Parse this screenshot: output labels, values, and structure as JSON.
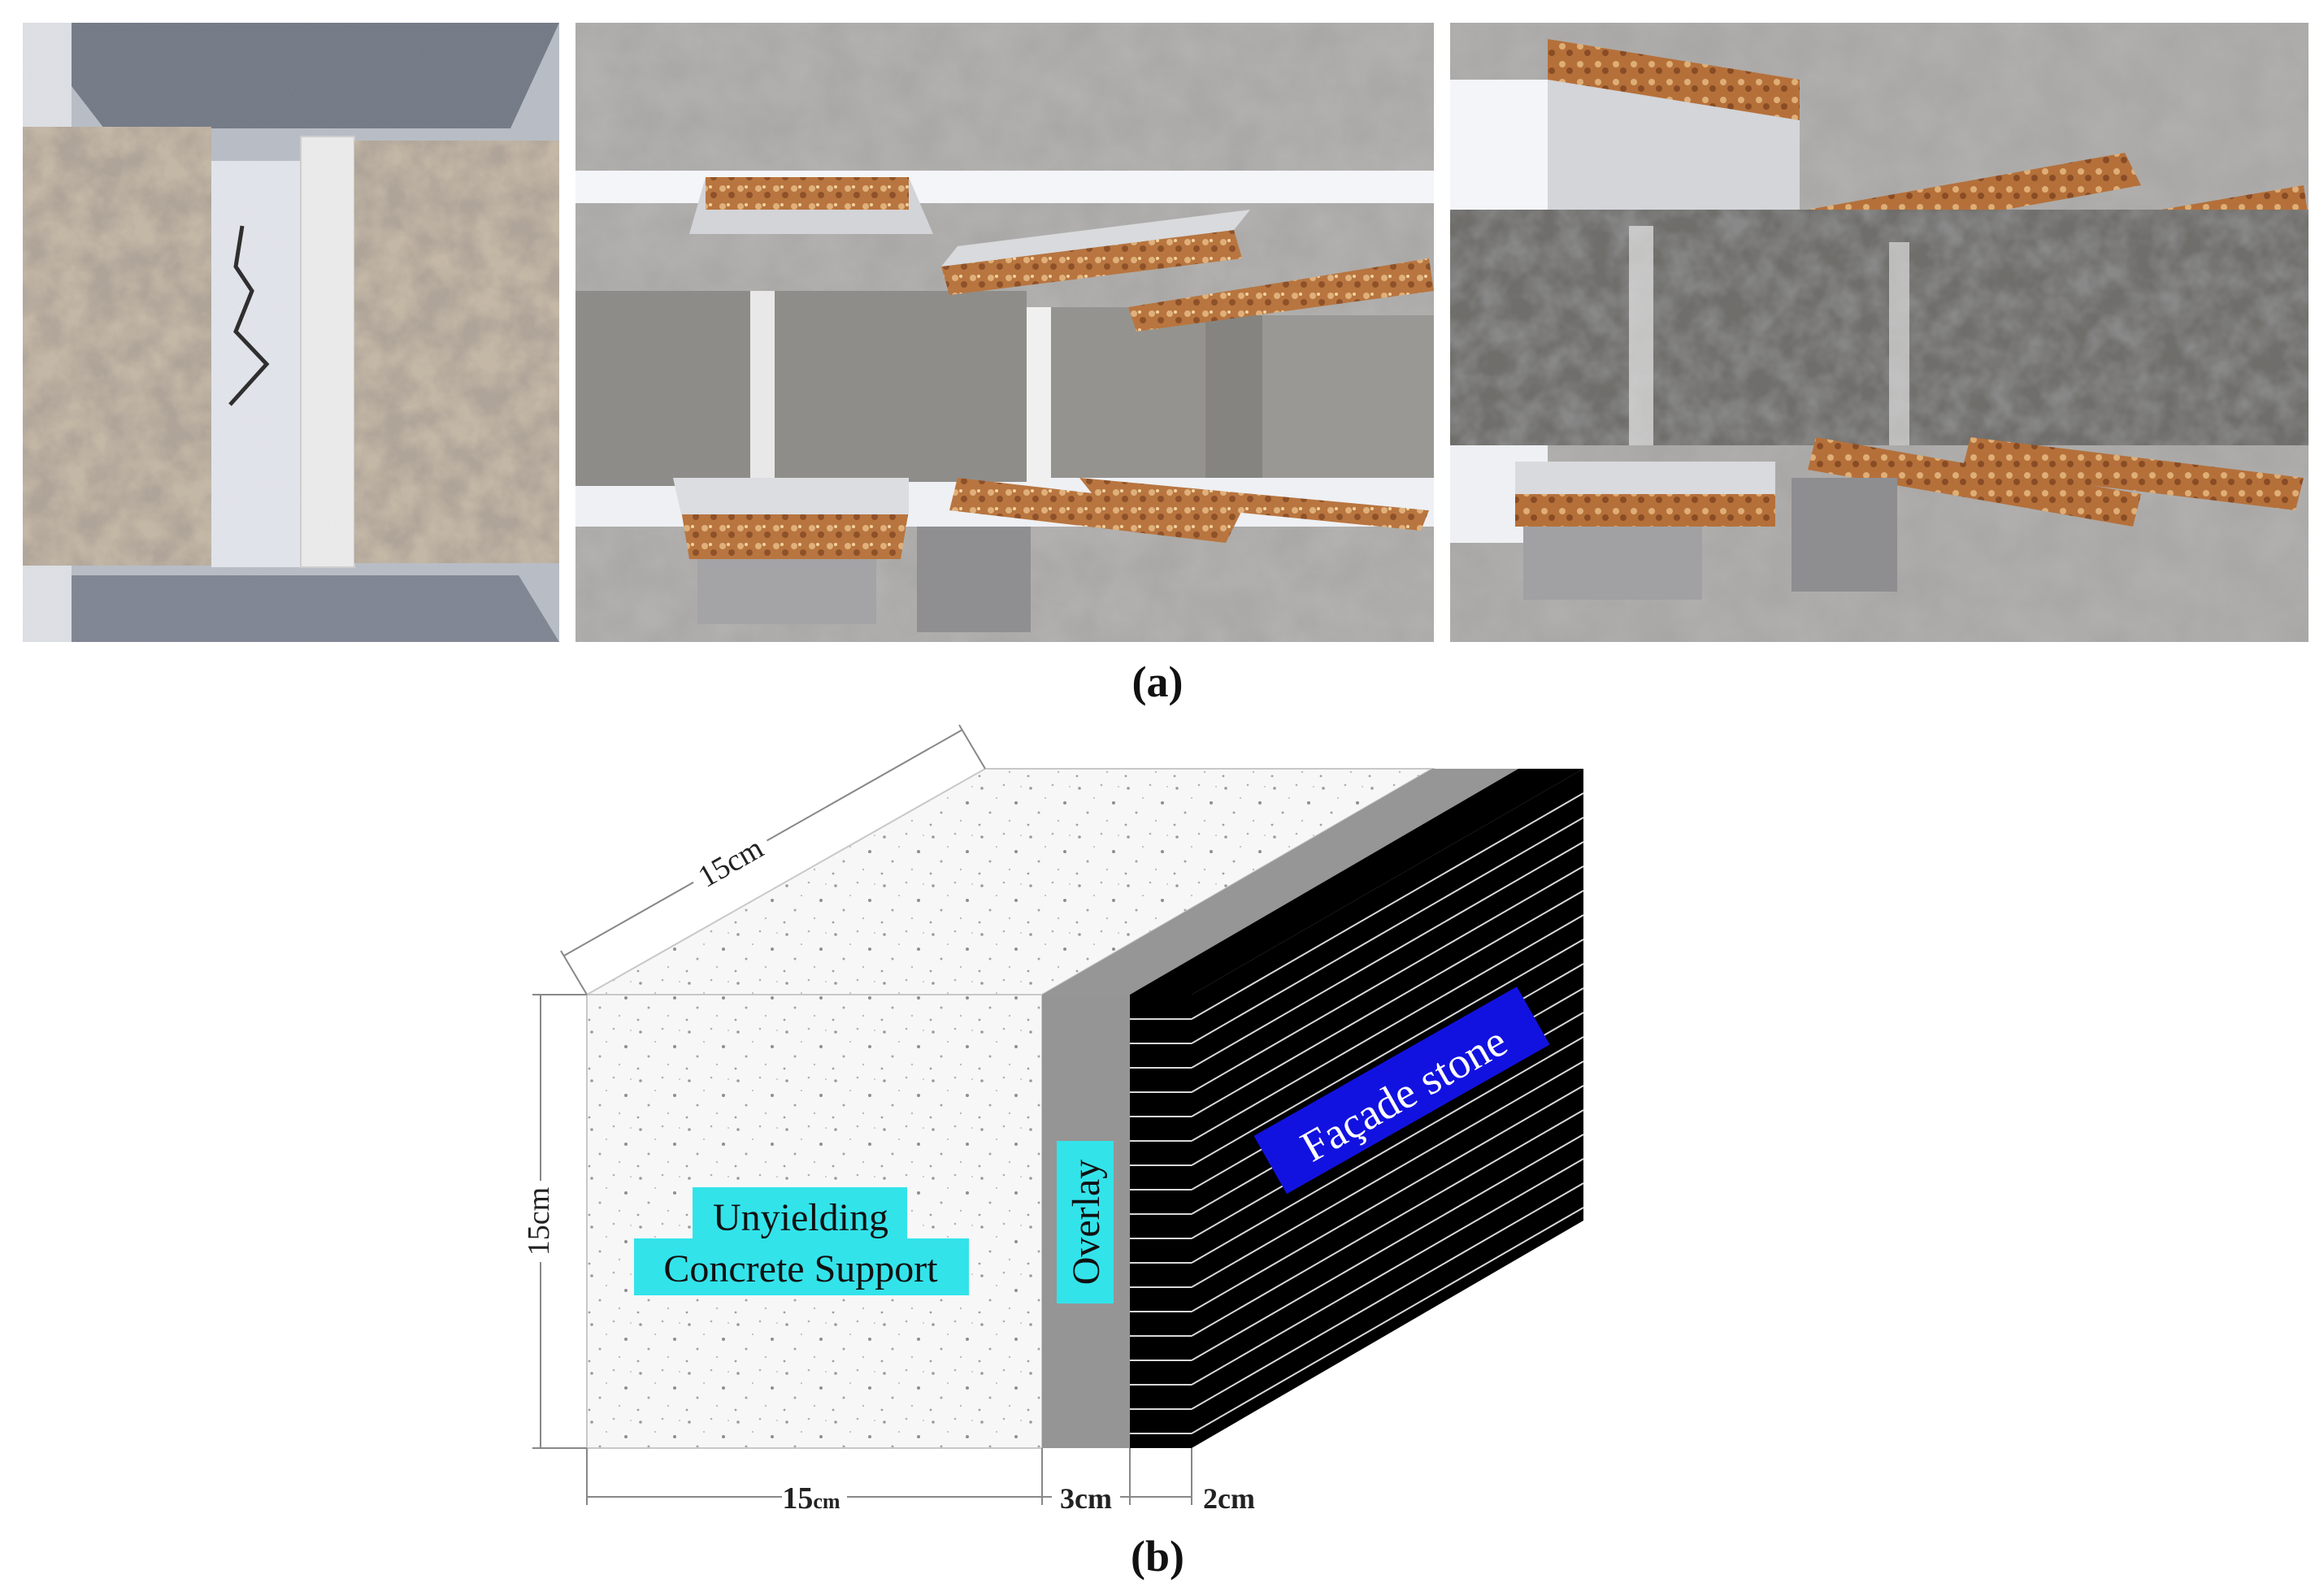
{
  "panel_a": {
    "caption": "(a)",
    "photos": [
      {
        "name": "photo-top-view-specimen"
      },
      {
        "name": "photo-specimens-dry"
      },
      {
        "name": "photo-specimens-wet"
      }
    ]
  },
  "panel_b": {
    "caption": "(b)",
    "labels": {
      "support_line1": "Unyielding",
      "support_line2": "Concrete Support",
      "overlay": "Overlay",
      "facade": "Façade stone"
    },
    "dimensions": {
      "depth_top": "15cm",
      "height_left": "15cm",
      "width_bottom_num": "15",
      "width_bottom_unit": "cm",
      "overlay_width": "3cm",
      "stone_width": "2cm"
    },
    "colors": {
      "label_cyan": "#33e3ea",
      "label_blue": "#1212e0",
      "overlay_gray": "#959595",
      "stone_black": "#000000",
      "concrete_white": "#f7f7f7"
    }
  }
}
